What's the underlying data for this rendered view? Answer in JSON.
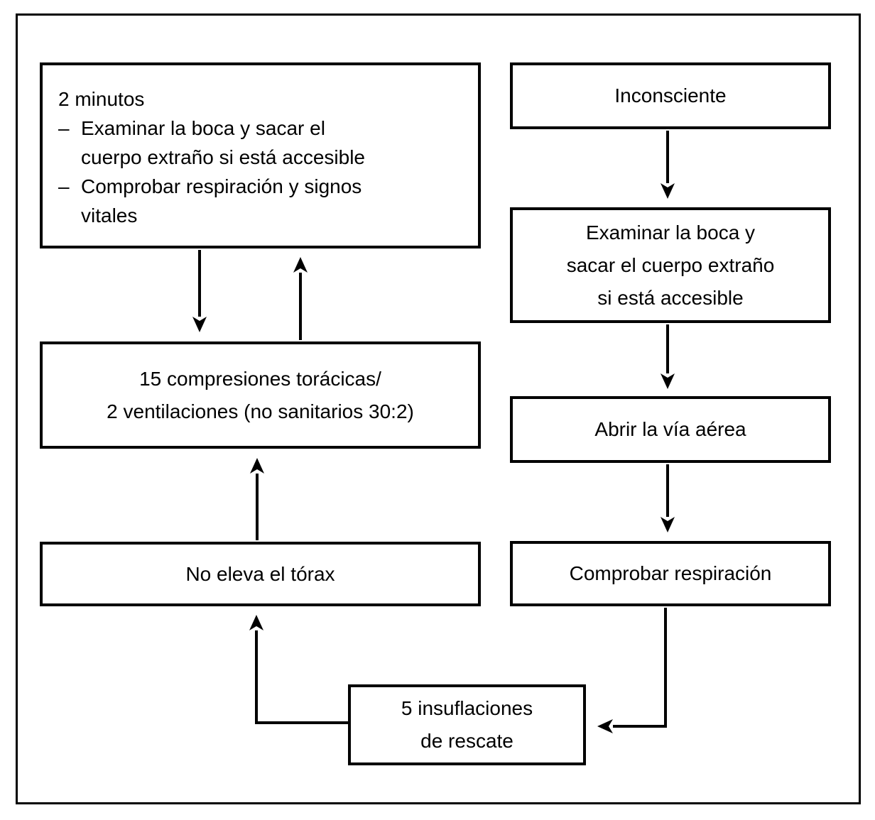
{
  "diagram": {
    "colors": {
      "ink": "#000000",
      "paper": "#ffffff"
    },
    "boxes": {
      "two_minutes": {
        "title": "2 minutos",
        "bullets": [
          {
            "marker": "–",
            "line1": "Examinar la boca y sacar el",
            "line2": "cuerpo extraño si está accesible"
          },
          {
            "marker": "–",
            "line1": "Comprobar respiración y signos",
            "line2": "vitales"
          }
        ]
      },
      "compressions": {
        "line1": "15 compresiones torácicas/",
        "line2": "2 ventilaciones (no sanitarios 30:2)"
      },
      "no_chest_rise": {
        "label": "No eleva el tórax"
      },
      "unconscious": {
        "label": "Inconsciente"
      },
      "examine_mouth": {
        "line1": "Examinar la boca y",
        "line2": "sacar el cuerpo extraño",
        "line3": "si está accesible"
      },
      "open_airway": {
        "label": "Abrir la vía aérea"
      },
      "check_breathing": {
        "label": "Comprobar respiración"
      },
      "rescue_breaths": {
        "line1": "5 insuflaciones",
        "line2": "de rescate"
      }
    }
  }
}
